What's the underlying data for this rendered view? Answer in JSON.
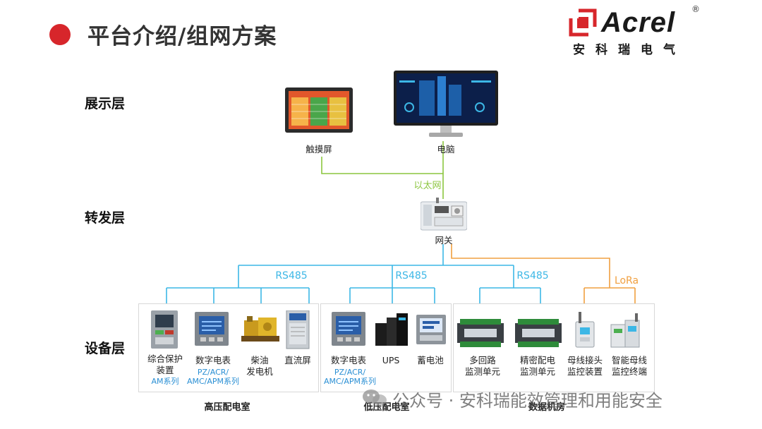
{
  "header": {
    "title": "平台介绍/组网方案",
    "logo_word": "Acrel",
    "logo_registered": "®",
    "logo_chinese": "安科瑞电气"
  },
  "layers": {
    "display": "展示层",
    "forward": "转发层",
    "device": "设备层"
  },
  "display_devices": {
    "touchscreen": "触摸屏",
    "computer": "电脑"
  },
  "network": {
    "ethernet": "以太网",
    "gateway": "网关"
  },
  "buses": {
    "rs485_1": "RS485",
    "rs485_2": "RS485",
    "rs485_3": "RS485",
    "lora": "LoRa"
  },
  "rooms": {
    "high_voltage": "高压配电室",
    "low_voltage": "低压配电室",
    "data_center": "数据机房"
  },
  "devices": {
    "hv_protect_l1": "综合保护",
    "hv_protect_l2": "装置",
    "hv_protect_sub": "AM系列",
    "hv_meter": "数字电表",
    "hv_meter_sub1": "PZ/ACR/",
    "hv_meter_sub2": "AMC/APM系列",
    "diesel_l1": "柴油",
    "diesel_l2": "发电机",
    "dc_panel": "直流屏",
    "lv_meter": "数字电表",
    "lv_meter_sub1": "PZ/ACR/",
    "lv_meter_sub2": "AMC/APM系列",
    "ups": "UPS",
    "battery": "蓄电池",
    "multi_l1": "多回路",
    "multi_l2": "监测单元",
    "precise_l1": "精密配电",
    "precise_l2": "监测单元",
    "busjoint_l1": "母线接头",
    "busjoint_l2": "监控装置",
    "smartbus_l1": "智能母线",
    "smartbus_l2": "监控终端"
  },
  "watermark": "公众号 · 安科瑞能效管理和用能安全",
  "colors": {
    "accent_red": "#d7262b",
    "ethernet_green": "#8cc63f",
    "rs485_blue": "#3cb7e6",
    "lora_orange": "#f0a040"
  }
}
